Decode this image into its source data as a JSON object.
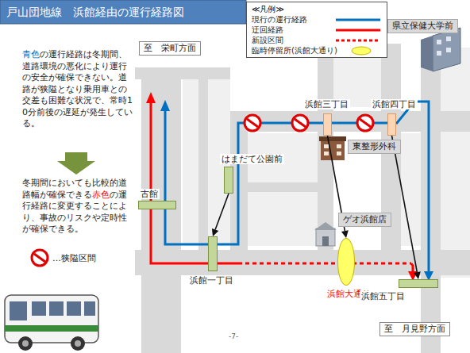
{
  "diagram": {
    "title": "戸山団地線　浜館経由の運行経路図",
    "nodes": [
      {
        "text": [
          "至　栄町方面"
        ]
      },
      {
        "text": [
          "県立保健大学前"
        ]
      },
      {
        "text": [
          "浜館三丁目"
        ]
      },
      {
        "text": [
          "浜館四丁目"
        ]
      },
      {
        "text": [
          "東整形外科"
        ]
      },
      {
        "text": [
          "はまだて公園前"
        ]
      },
      {
        "text": [
          "古館"
        ]
      },
      {
        "text": [
          "ゲオ浜館店"
        ]
      },
      {
        "text": [
          "浜館一丁目"
        ]
      },
      {
        "text": [
          "浜館大通り"
        ]
      },
      {
        "text": [
          "浜館五丁目"
        ]
      },
      {
        "text": [
          "至　月見野方面"
        ]
      }
    ],
    "edges": [
      {
        "from": 5,
        "to": 8,
        "arrow": "to"
      },
      {
        "from": 2,
        "to": 9,
        "arrow": "to"
      },
      {
        "from": 3,
        "to": 10,
        "arrow": "to"
      }
    ],
    "labels": [
      "青色",
      "の運行経路は冬期間、道路環境の悪化により運行の安全が確保できない。道路が狭隘となり乗用車との交差も困難な状況で、常時10分前後の遅延が発生している。",
      "冬期間においても比較的道路幅が確保できる",
      "赤色",
      "の運行経路に変更することにより、事故のリスクや定時性が確保できる。",
      "…狭隘区間",
      "≪凡例≫",
      "-7-"
    ],
    "legend": [
      {
        "text": "現行の運行経路"
      },
      {
        "text": "迂回経路"
      },
      {
        "text": "新設区間"
      },
      {
        "text": "臨時停留所(浜館大通り)"
      }
    ]
  }
}
